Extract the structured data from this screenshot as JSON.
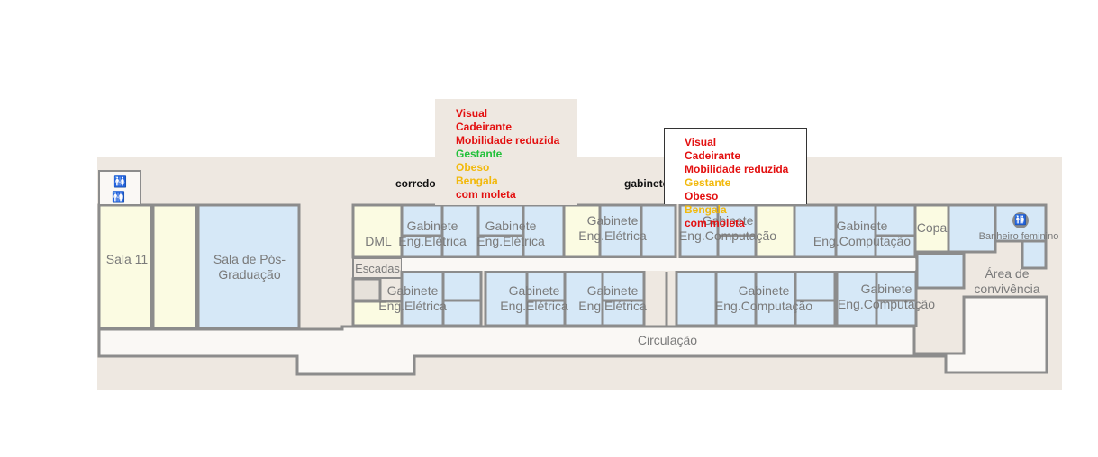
{
  "map": {
    "rooms": {
      "sala11": "Sala 11",
      "pos_graduacao": "Sala de Pós-\nGraduação",
      "dml": "DML",
      "escadas": "Escadas",
      "copa": "Copa",
      "area_convivencia": "Área de\nconvivência",
      "banheiro_feminino": "Banheiro feminino",
      "circulacao": "Circulação",
      "gab_top_1": "Gabinete\nEng.Elétrica",
      "gab_top_2": "Gabinete\nEng.Elétrica",
      "gab_top_3": "Gabinete\nEng.Elétrica",
      "gab_top_4": "Gabinete\nEng.Computação",
      "gab_top_5": "Gabinete\nEng.Computação",
      "gab_bot_1": "Gabinete\nEng.Elétrica",
      "gab_bot_2": "Gabinete\nEng.Elétrica",
      "gab_bot_3": "Gabinete\nEng.Elétrica",
      "gab_bot_4": "Gabinete\nEng.Computação",
      "gab_bot_5": "Gabinete\nEng.Computação"
    },
    "icons": [
      "restroom-icon",
      "restroom-icon",
      "female-restroom-icon"
    ]
  },
  "labels": {
    "corredor": "corredor",
    "gabinetes": "gabinetes"
  },
  "popups": {
    "corredor": [
      {
        "text": "Visual",
        "color": "#e31010"
      },
      {
        "text": "Cadeirante",
        "color": "#e31010"
      },
      {
        "text": "Mobilidade reduzida",
        "color": "#e31010"
      },
      {
        "text": "Gestante",
        "color": "#22c03a"
      },
      {
        "text": "Obeso",
        "color": "#f2b90c"
      },
      {
        "text": "Bengala",
        "color": "#f2b90c"
      },
      {
        "text": "com moleta",
        "color": "#e31010"
      }
    ],
    "gabinetes": [
      {
        "text": "Visual",
        "color": "#e31010"
      },
      {
        "text": "Cadeirante",
        "color": "#e31010"
      },
      {
        "text": "Mobilidade reduzida",
        "color": "#e31010"
      },
      {
        "text": "Gestante",
        "color": "#f2b90c"
      },
      {
        "text": "Obeso",
        "color": "#e31010"
      },
      {
        "text": "Bengala",
        "color": "#f2b90c"
      },
      {
        "text": "com moleta",
        "color": "#e31010"
      }
    ]
  },
  "colors": {
    "room_blue": "#d6e8f7",
    "room_yellow": "#fbfbe2",
    "wall": "#8c8c8c",
    "corridor": "#faf8f5",
    "background": "#eee8e1"
  }
}
